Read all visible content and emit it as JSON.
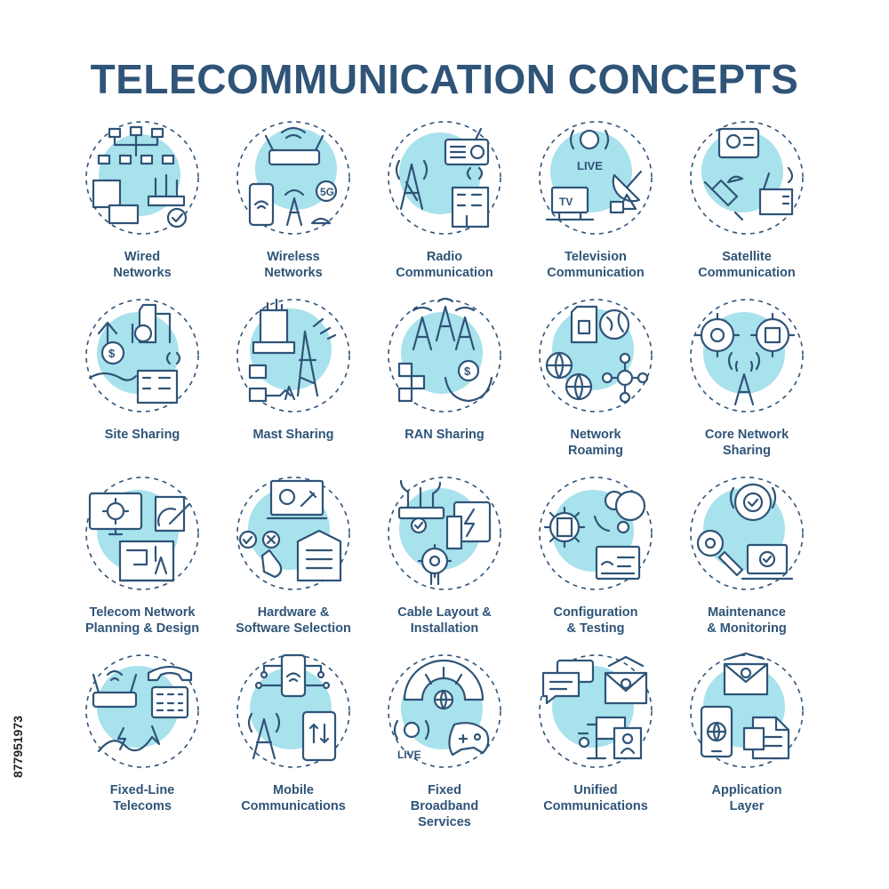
{
  "title": "TELECOMMUNICATION CONCEPTS",
  "stock_code": "877951973",
  "colors": {
    "accent": "#a8e2ec",
    "ink": "#2f5478",
    "background": "#ffffff"
  },
  "concepts": [
    {
      "label": "Wired\nNetworks",
      "icon": "wired-network-icon"
    },
    {
      "label": "Wireless\nNetworks",
      "icon": "wireless-router-icon"
    },
    {
      "label": "Radio\nCommunication",
      "icon": "radio-tower-icon"
    },
    {
      "label": "Television\nCommunication",
      "icon": "tv-broadcast-icon"
    },
    {
      "label": "Satellite\nCommunication",
      "icon": "satellite-icon"
    },
    {
      "label": "Site Sharing",
      "icon": "site-sharing-icon"
    },
    {
      "label": "Mast Sharing",
      "icon": "mast-icon"
    },
    {
      "label": "RAN Sharing",
      "icon": "ran-sharing-icon"
    },
    {
      "label": "Network\nRoaming",
      "icon": "globe-sim-icon"
    },
    {
      "label": "Core Network\nSharing",
      "icon": "core-network-icon"
    },
    {
      "label": "Telecom Network\nPlanning & Design",
      "icon": "blueprint-icon"
    },
    {
      "label": "Hardware &\nSoftware  Selection",
      "icon": "hardware-software-icon"
    },
    {
      "label": "Cable Layout &\nInstallation",
      "icon": "cable-plug-icon"
    },
    {
      "label": "Configuration\n& Testing",
      "icon": "configuration-icon"
    },
    {
      "label": "Maintenance\n& Monitoring",
      "icon": "maintenance-icon"
    },
    {
      "label": "Fixed-Line\nTelecoms",
      "icon": "landline-phone-icon"
    },
    {
      "label": "Mobile\nCommunications",
      "icon": "mobile-phone-icon"
    },
    {
      "label": "Fixed\nBroadband\nServices",
      "icon": "broadband-speed-icon"
    },
    {
      "label": "Unified\nCommunications",
      "icon": "chat-email-icon"
    },
    {
      "label": "Application\nLayer",
      "icon": "application-icon"
    }
  ]
}
